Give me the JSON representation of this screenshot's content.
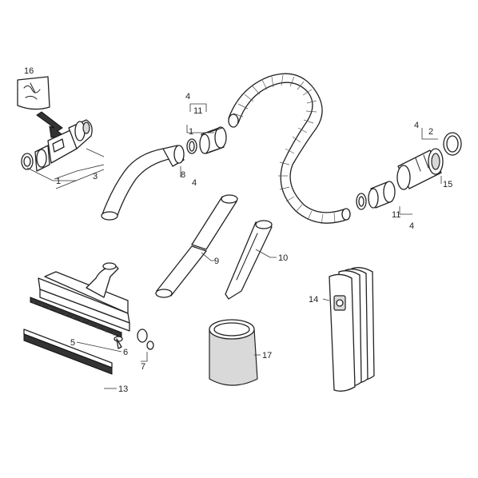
{
  "callouts": {
    "c16": "16",
    "c1_left": "1",
    "c3": "3",
    "c4_top": "4",
    "c11_top": "11",
    "c1_mid": "1",
    "c8": "8",
    "c4_mid": "4",
    "c4_right": "4",
    "c2": "2",
    "c15": "15",
    "c11_right": "11",
    "c4_lower": "4",
    "c9": "9",
    "c10": "10",
    "c14": "14",
    "c5": "5",
    "c6": "6",
    "c7": "7",
    "c13": "13",
    "c17": "17"
  }
}
